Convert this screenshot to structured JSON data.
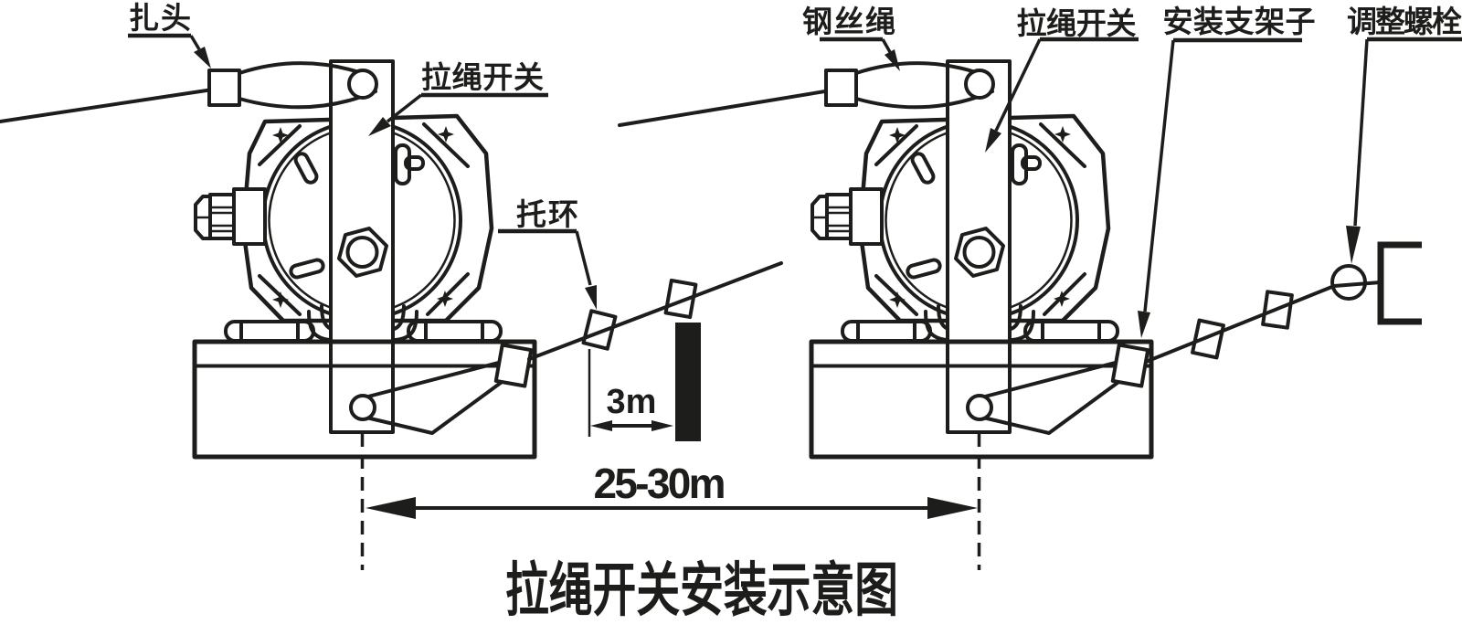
{
  "diagram": {
    "title": "拉绳开关安装示意图",
    "labels": {
      "clamp_head": "扎头",
      "pull_rope_switch_left": "拉绳开关",
      "support_ring": "托环",
      "wire_rope": "钢丝绳",
      "pull_rope_switch_right": "拉绳开关",
      "mounting_bracket": "安装支架子",
      "adjusting_bolt": "调整螺栓"
    },
    "dimensions": {
      "ring_to_stop_distance": "3m",
      "switch_spacing": "25-30m"
    },
    "colors": {
      "line": "#1d1d1b",
      "background": "#ffffff"
    }
  }
}
